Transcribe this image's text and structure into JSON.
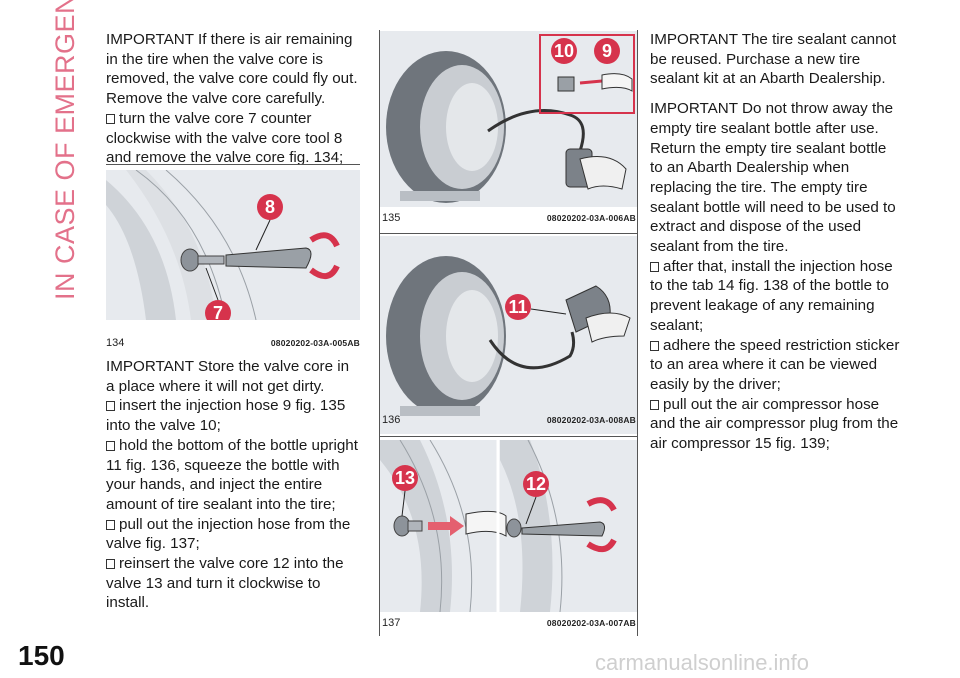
{
  "section_title": "IN CASE OF EMERGENCY",
  "page_number": "150",
  "col1": {
    "p1": "IMPORTANT If there is air remaining in the tire when the valve core is removed, the valve core could fly out. Remove the valve core carefully.",
    "b1": "turn the valve core 7 counter clockwise with the valve core tool 8 and remove the valve core fig. 134;",
    "p2": "IMPORTANT Store the valve core in a place where it will not get dirty.",
    "b2": "insert the injection hose 9 fig. 135 into the valve 10;",
    "b3": "hold the bottom of the bottle upright 11 fig. 136, squeeze the bottle with your hands, and inject the entire amount of tire sealant into the tire;",
    "b4": "pull out the injection hose from the valve fig. 137;",
    "b5": "reinsert the valve core 12 into the valve 13 and turn it clockwise to install."
  },
  "col3": {
    "p1": "IMPORTANT The tire sealant cannot be reused. Purchase a new tire sealant kit at an Abarth Dealership.",
    "p2": "IMPORTANT Do not throw away the empty tire sealant bottle after use. Return the empty tire sealant bottle to an Abarth Dealership when replacing the tire. The empty tire sealant bottle will need to be used to extract and dispose of the used sealant from the tire.",
    "b1": "after that, install the injection hose to the tab 14 fig. 138 of the bottle to prevent leakage of any remaining sealant;",
    "b2": "adhere the speed restriction sticker to an area where it can be viewed easily by the driver;",
    "b3": "pull out the air compressor hose and the air compressor plug from the air compressor 15 fig. 139;"
  },
  "figures": {
    "f134": {
      "number": "134",
      "code": "08020202-03A-005AB",
      "callouts": [
        "8",
        "7"
      ]
    },
    "f135": {
      "number": "135",
      "code": "08020202-03A-006AB",
      "callouts": [
        "10",
        "9"
      ]
    },
    "f136": {
      "number": "136",
      "code": "08020202-03A-008AB",
      "callouts": [
        "11"
      ]
    },
    "f137": {
      "number": "137",
      "code": "08020202-03A-007AB",
      "callouts": [
        "13",
        "12"
      ]
    }
  },
  "watermark": "carmanualsonline.info",
  "colors": {
    "accent": "#d6334c",
    "section": "#e3718a",
    "figure_bg": "#e7eaee"
  }
}
